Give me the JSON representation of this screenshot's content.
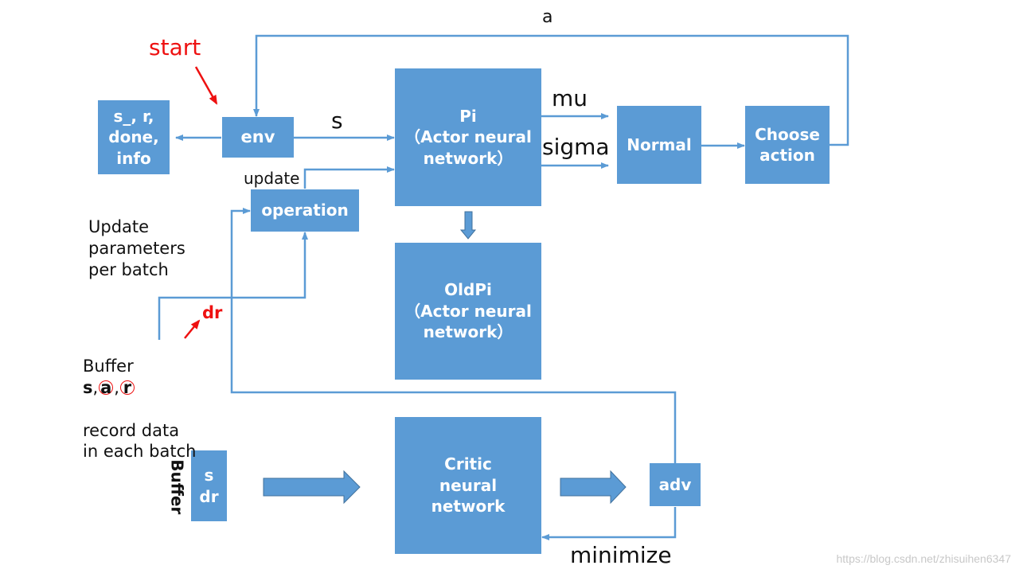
{
  "colors": {
    "box": "#5b9bd5",
    "line": "#5b9bd5",
    "accent_red": "#ee1111",
    "text": "#111111"
  },
  "labels": {
    "start": "start",
    "a": "a",
    "s": "s",
    "mu": "mu",
    "sigma": "sigma",
    "update": "update",
    "update_params": "Update\nparameters\nper batch",
    "dr": "dr",
    "buffer_prefix": "Buffer",
    "buffer_s": "s",
    "buffer_a": "a",
    "buffer_r": "r",
    "buffer_rest": "record data\nin each batch",
    "minimize": "minimize"
  },
  "boxes": {
    "s_r_done_info": "s_, r,\ndone,\ninfo",
    "env": "env",
    "operation": "operation",
    "pi": "Pi\n（Actor neural\nnetwork）",
    "normal": "Normal",
    "choose_action": "Choose\naction",
    "oldpi": "OldPi\n（Actor neural\nnetwork）",
    "buffer2": "s\ndr",
    "buffer2_side": "Buffer",
    "critic": "Critic\nneural\nnetwork",
    "adv": "adv"
  },
  "watermark": "https://blog.csdn.net/zhisuihen6347"
}
